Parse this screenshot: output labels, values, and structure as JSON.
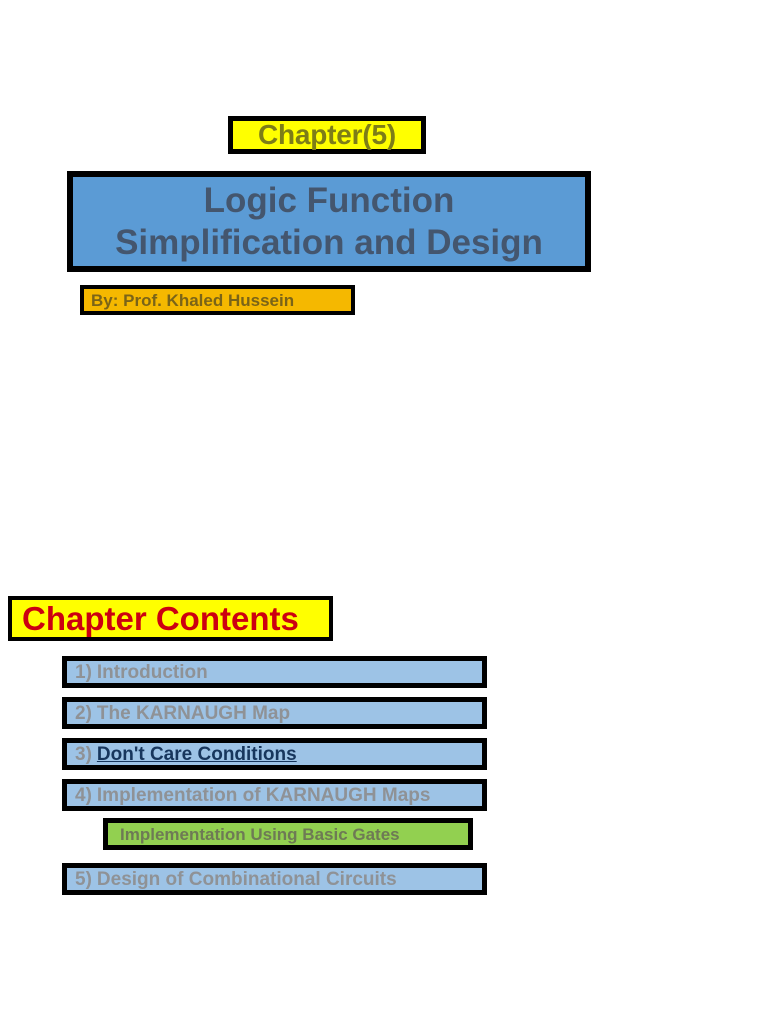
{
  "slide": {
    "background_color": "#ffffff",
    "chapter_badge": {
      "text": "Chapter(5)",
      "bg_color": "#ffff00",
      "text_color": "#7d7d18"
    },
    "title": {
      "line1": "Logic Function",
      "line2": "Simplification and Design",
      "bg_color": "#5b9bd5",
      "text_color": "#44566e"
    },
    "author": {
      "text": "By: Prof. Khaled Hussein",
      "bg_color": "#f5b800",
      "text_color": "#7a6418"
    },
    "contents_heading": {
      "text": "Chapter Contents",
      "bg_color": "#ffff00",
      "text_color": "#cc0011"
    },
    "contents": [
      {
        "number": "1)",
        "label": "Introduction",
        "style": "blue",
        "highlighted": false
      },
      {
        "number": "2)",
        "label": "The KARNAUGH Map",
        "style": "blue",
        "highlighted": false
      },
      {
        "number": "3)",
        "label": "Don't Care Conditions",
        "style": "blue",
        "highlighted": true
      },
      {
        "number": "4)",
        "label": "Implementation of KARNAUGH Maps",
        "style": "blue",
        "highlighted": false
      },
      {
        "number": "",
        "label": "Implementation Using Basic Gates",
        "style": "green",
        "highlighted": false
      },
      {
        "number": "5)",
        "label": "Design of Combinational Circuits",
        "style": "blue",
        "highlighted": false
      }
    ],
    "colors": {
      "item_blue": "#9dc3e6",
      "item_green": "#92d050",
      "item_text_gray": "#8f9296",
      "item_text_navy": "#17365d",
      "border": "#000000"
    }
  }
}
